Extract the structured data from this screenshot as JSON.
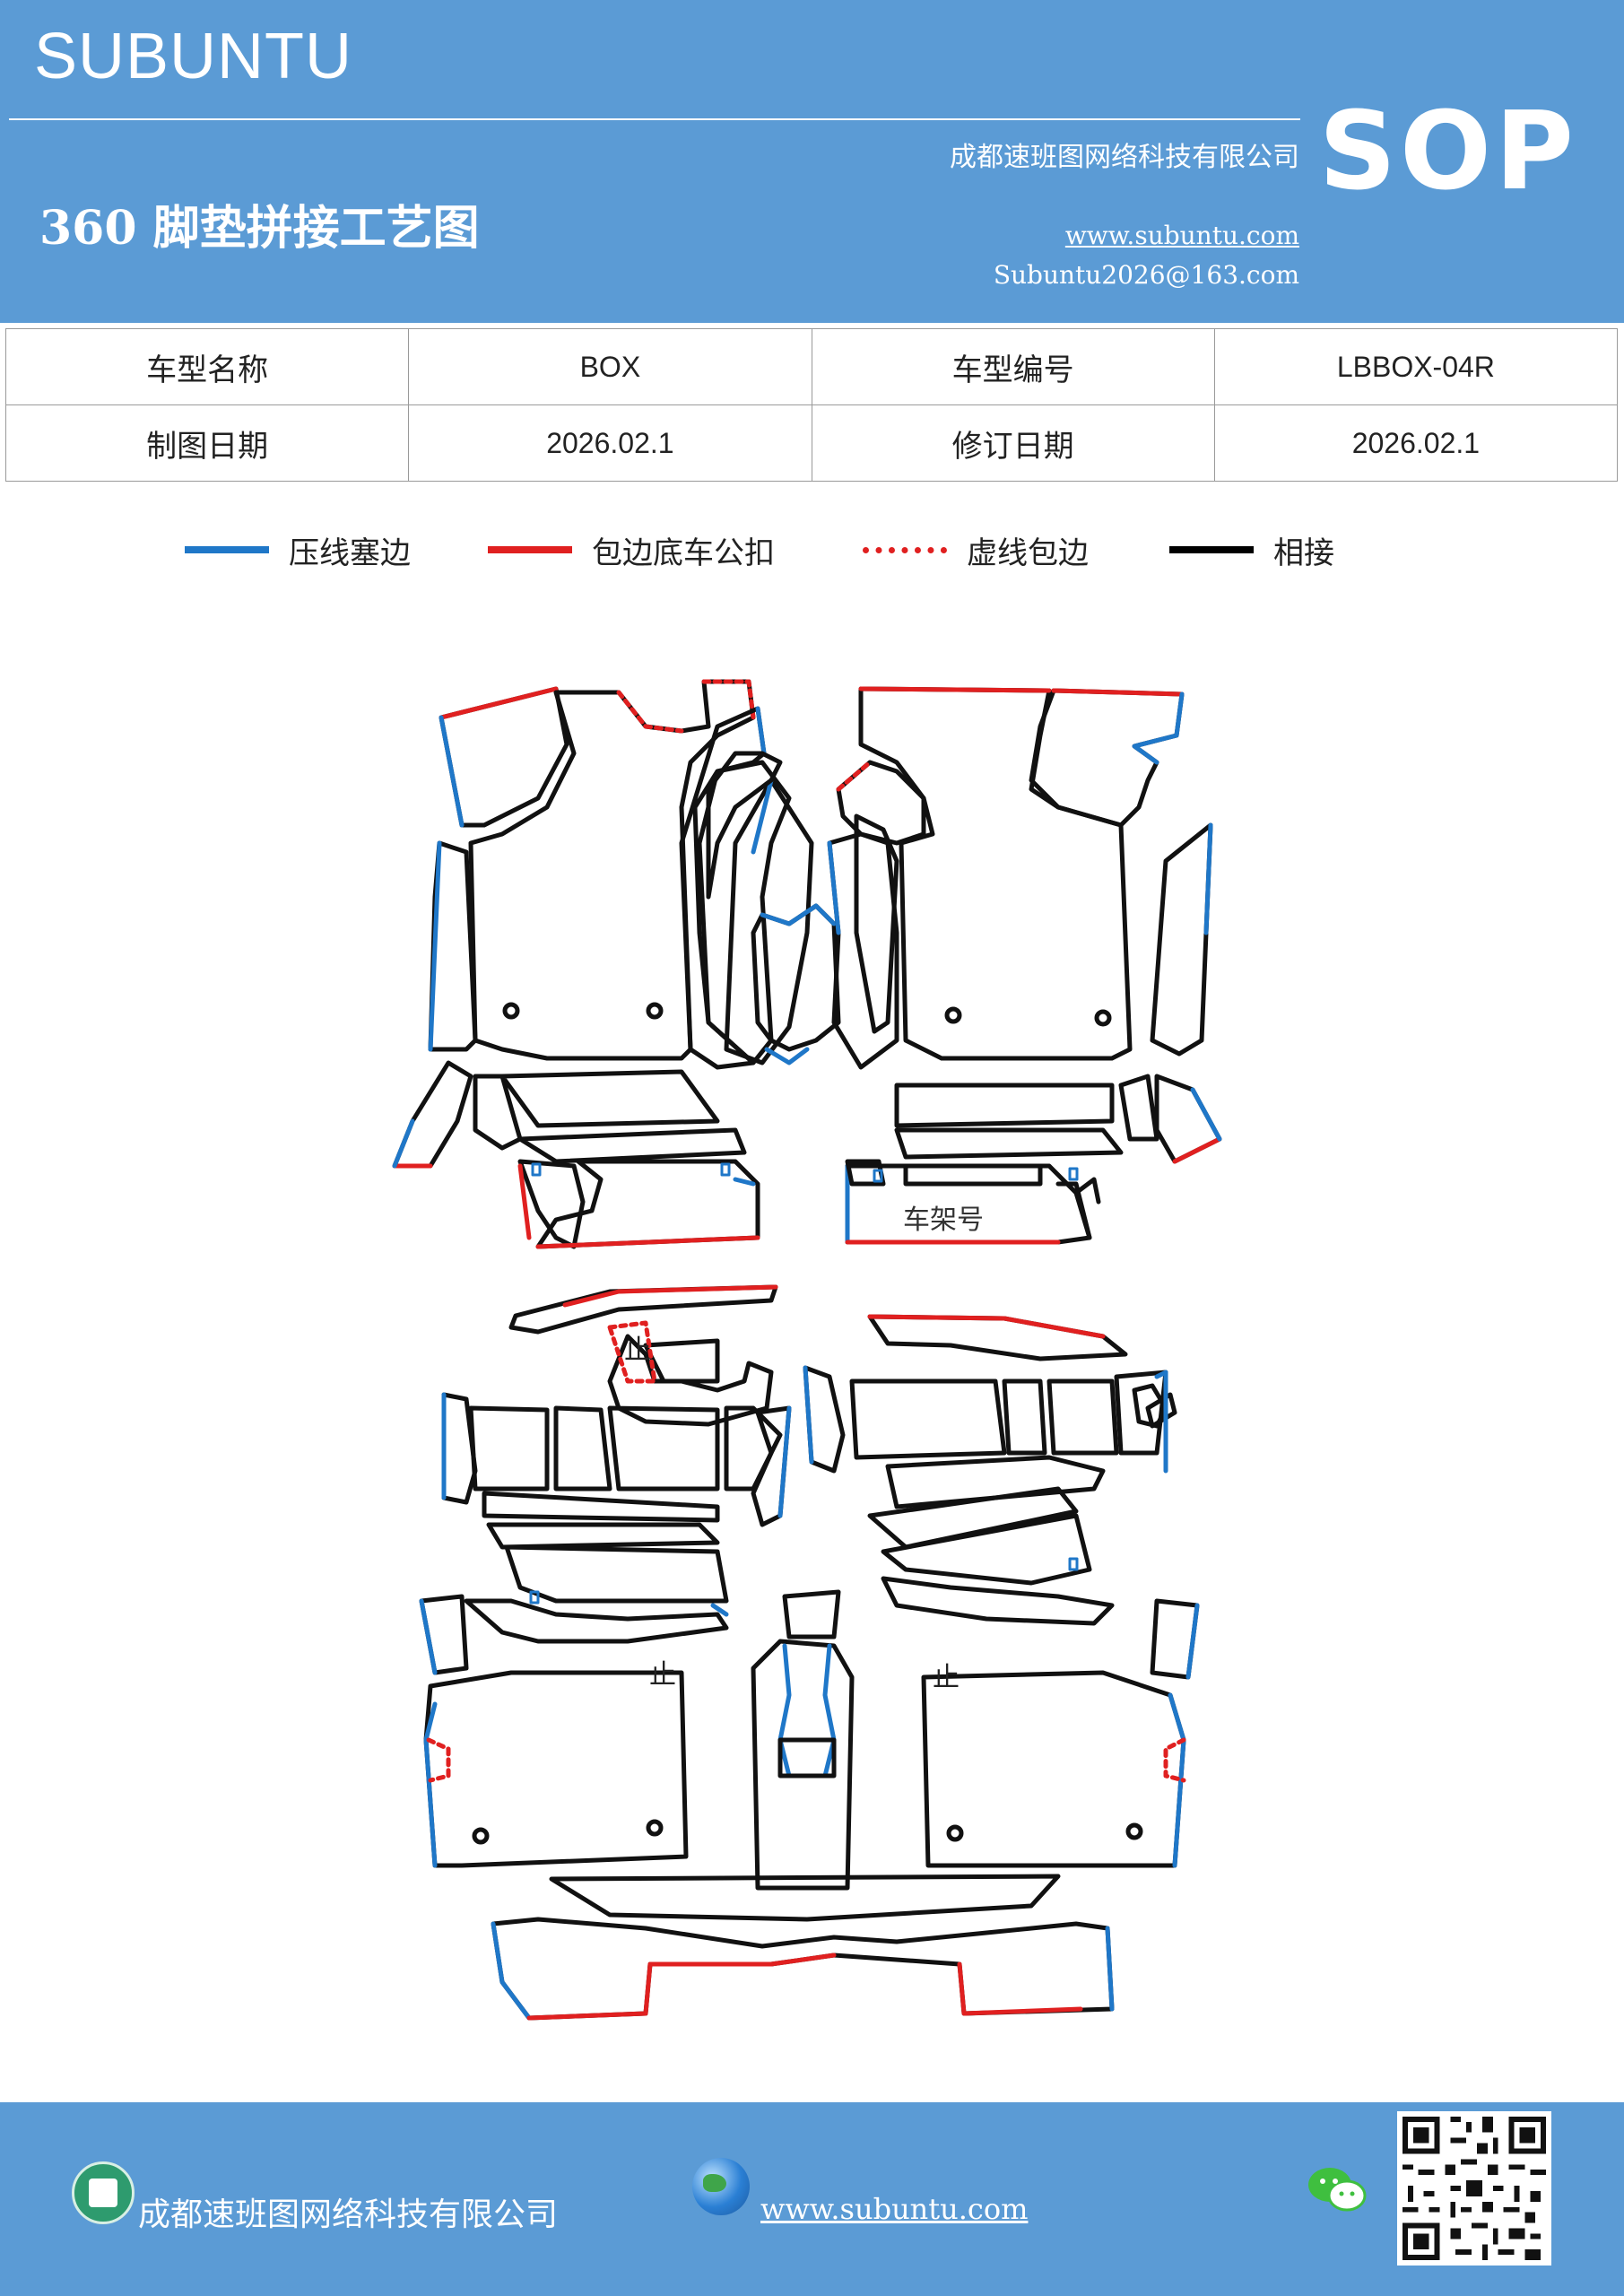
{
  "header": {
    "brand": "SUBUNTU",
    "company": "成都速班图网络科技有限公司",
    "badge": "SOP",
    "title": "360 脚垫拼接工艺图",
    "website": "www.subuntu.com",
    "email": "Subuntu2026@163.com"
  },
  "info_table": {
    "rows": [
      [
        "车型名称",
        "BOX",
        "车型编号",
        "LBBOX-04R"
      ],
      [
        "制图日期",
        "2026.02.1",
        "修订日期",
        "2026.02.1"
      ]
    ]
  },
  "legend": [
    {
      "label": "压线塞边",
      "color": "#1f77c8",
      "style": "solid"
    },
    {
      "label": "包边底车公扣",
      "color": "#e02020",
      "style": "solid"
    },
    {
      "label": "虚线包边",
      "color": "#e02020",
      "style": "dotted"
    },
    {
      "label": "相接",
      "color": "#000000",
      "style": "solid"
    }
  ],
  "diagram": {
    "label_vin": "车架号",
    "mark_zhi": "止"
  },
  "footer": {
    "company": "成都速班图网络科技有限公司",
    "website": "www.subuntu.com",
    "icons": [
      "building-icon",
      "globe-icon",
      "wechat-icon",
      "qr-code"
    ]
  }
}
